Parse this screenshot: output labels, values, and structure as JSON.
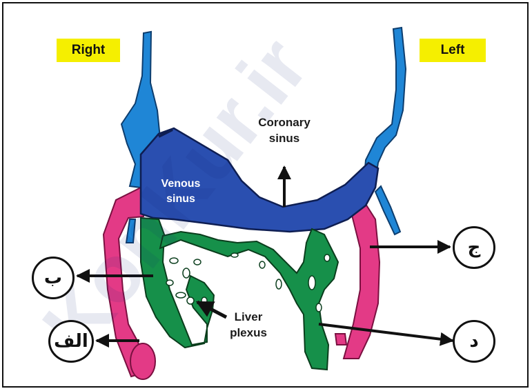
{
  "labels": {
    "right": "Right",
    "left": "Left",
    "coronary_sinus_line1": "Coronary",
    "coronary_sinus_line2": "sinus",
    "venous_sinus_line1": "Venous",
    "venous_sinus_line2": "sinus",
    "liver_plexus_line1": "Liver",
    "liver_plexus_line2": "plexus"
  },
  "markers": {
    "alef": "الف",
    "be": "ب",
    "jim": "ج",
    "dal": "د"
  },
  "watermark": "KonKur.ir",
  "colors": {
    "sinus_blue": "#2a4fb0",
    "vein_light_blue": "#1f86d6",
    "pink": "#e33a86",
    "green": "#16904a",
    "tag_yellow": "#f5ef00"
  }
}
